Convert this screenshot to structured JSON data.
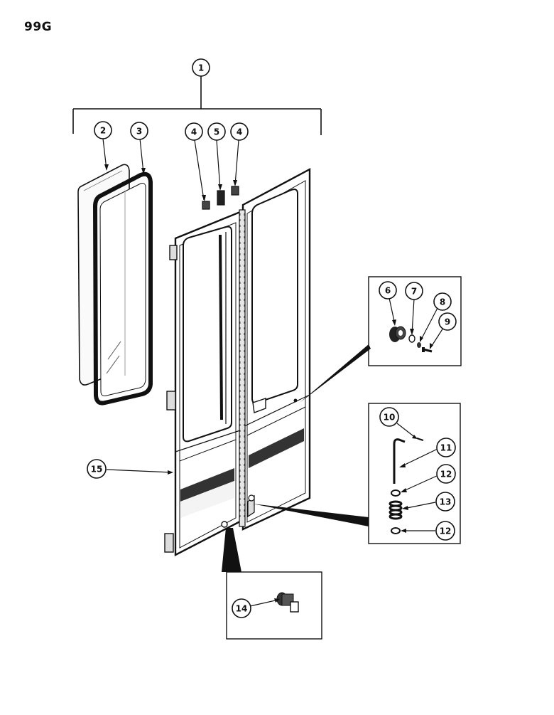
{
  "page_code": "99G",
  "callouts": [
    {
      "id": "c1",
      "label": "1"
    },
    {
      "id": "c2",
      "label": "2"
    },
    {
      "id": "c3",
      "label": "3"
    },
    {
      "id": "c4a",
      "label": "4"
    },
    {
      "id": "c5",
      "label": "5"
    },
    {
      "id": "c4b",
      "label": "4"
    },
    {
      "id": "c6",
      "label": "6"
    },
    {
      "id": "c7",
      "label": "7"
    },
    {
      "id": "c8",
      "label": "8"
    },
    {
      "id": "c9",
      "label": "9"
    },
    {
      "id": "c10",
      "label": "10"
    },
    {
      "id": "c11",
      "label": "11"
    },
    {
      "id": "c12a",
      "label": "12"
    },
    {
      "id": "c13",
      "label": "13"
    },
    {
      "id": "c12b",
      "label": "12"
    },
    {
      "id": "c14",
      "label": "14"
    },
    {
      "id": "c15",
      "label": "15"
    }
  ]
}
